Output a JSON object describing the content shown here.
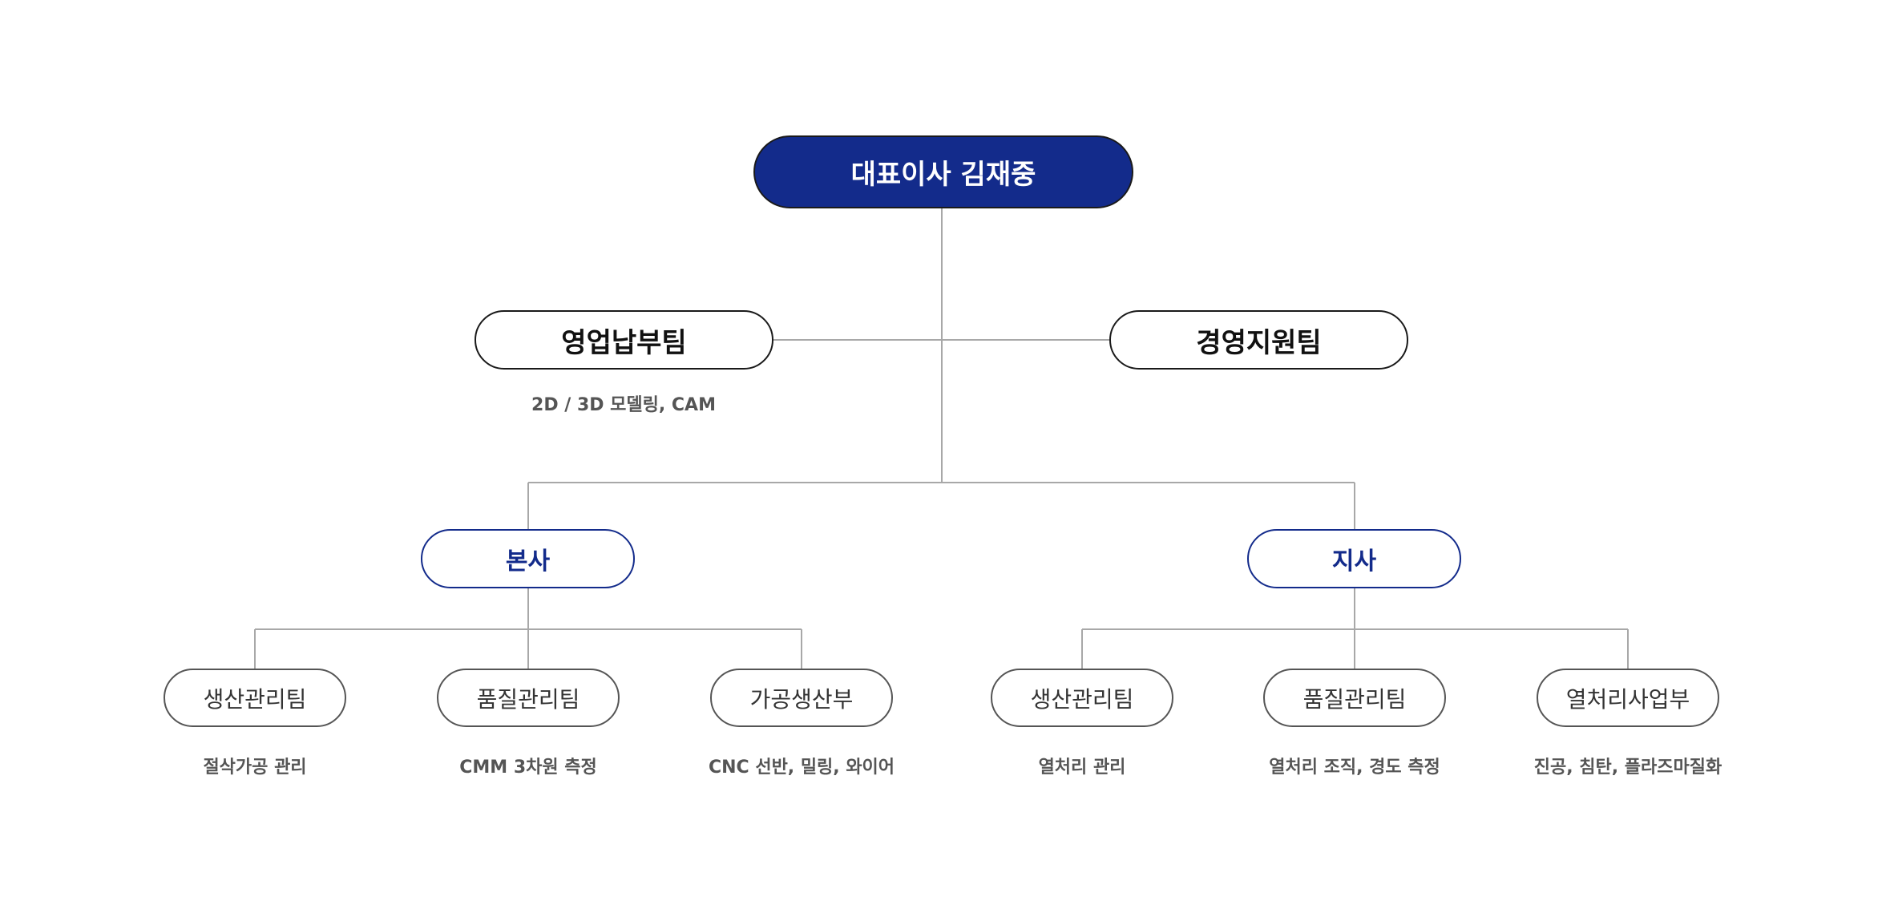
{
  "ceo": {
    "label": "대표이사 김재중"
  },
  "departments": {
    "sales": {
      "label": "영업납부팀",
      "desc": "2D / 3D 모델링, CAM"
    },
    "management": {
      "label": "경영지원팀"
    }
  },
  "sites": {
    "hq": {
      "label": "본사",
      "teams": [
        {
          "label": "생산관리팀",
          "desc": "절삭가공 관리"
        },
        {
          "label": "품질관리팀",
          "desc": "CMM 3차원 측정"
        },
        {
          "label": "가공생산부",
          "desc": "CNC 선반, 밀링, 와이어"
        }
      ]
    },
    "branch": {
      "label": "지사",
      "teams": [
        {
          "label": "생산관리팀",
          "desc": "열처리 관리"
        },
        {
          "label": "품질관리팀",
          "desc": "열처리 조직, 경도 측정"
        },
        {
          "label": "열처리사업부",
          "desc": "진공, 침탄, 플라즈마질화"
        }
      ]
    }
  },
  "colors": {
    "primary": "#132b8b",
    "connector": "#a8a8a8",
    "border_dark": "#1a1a1a",
    "text_secondary": "#555555"
  }
}
